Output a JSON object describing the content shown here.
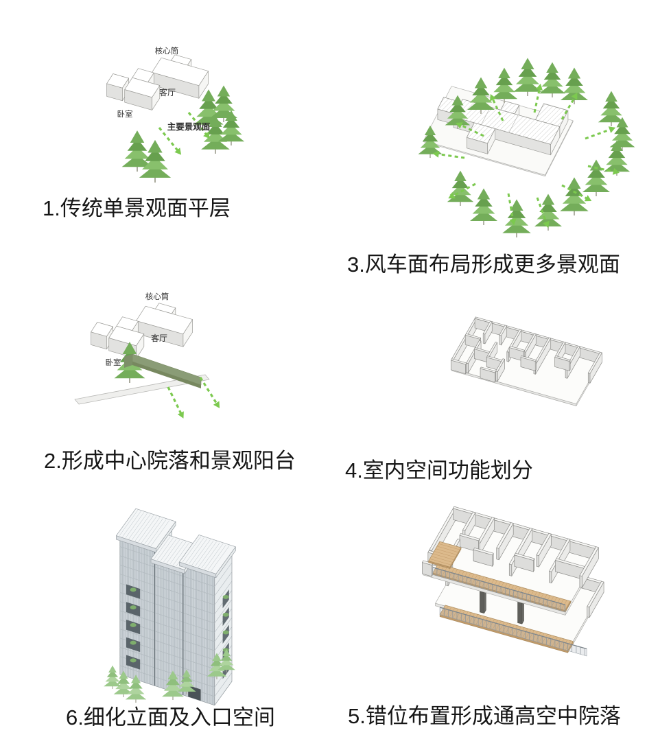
{
  "page": {
    "background": "#ffffff"
  },
  "colors": {
    "arrow_green": "#7cc94f",
    "tree_green": "#74ad5a",
    "tree_green_light": "#9cc98b",
    "balcony_green": "#8a9c76",
    "wood": "#dcba8c",
    "line_gray": "#9c9c98",
    "caption_text": "#161616"
  },
  "figures": [
    {
      "id": 1,
      "caption": "1.传统单景观面平层",
      "labels": {
        "core": "核心筒",
        "living": "客厅",
        "bedroom": "卧室",
        "main_view": "主要景观面"
      }
    },
    {
      "id": 2,
      "caption": "2.形成中心院落和景观阳台",
      "labels": {
        "core": "核心筒",
        "living": "客厅",
        "bedroom": "卧室"
      }
    },
    {
      "id": 3,
      "caption": "3.风车面布局形成更多景观面"
    },
    {
      "id": 4,
      "caption": "4.室内空间功能划分"
    },
    {
      "id": 5,
      "caption": "5.错位布置形成通高空中院落"
    },
    {
      "id": 6,
      "caption": "6.细化立面及入口空间"
    }
  ]
}
